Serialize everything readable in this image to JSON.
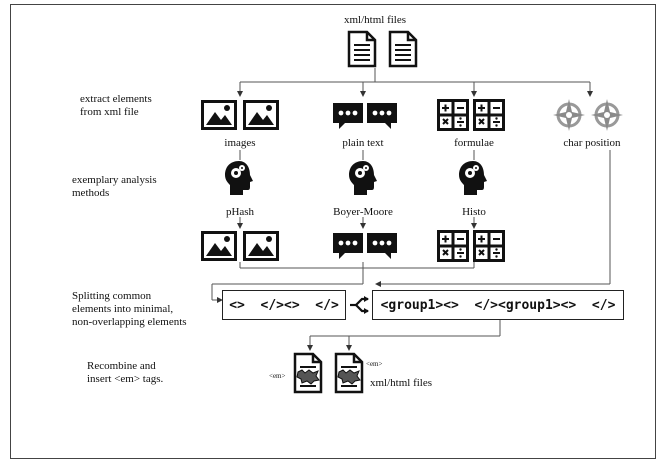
{
  "top_label": "xml/html files",
  "rows": {
    "extract": "extract elements\nfrom xml file",
    "analysis": "exemplary analysis\nmethods",
    "split": "Splitting common\nelements into minimal,\nnon-overlapping elements",
    "recombine": "Recombine and\ninsert <em> tags."
  },
  "element_types": [
    "images",
    "plain text",
    "formulae",
    "char position"
  ],
  "methods": [
    "pHash",
    "Boyer-Moore",
    "Histo"
  ],
  "split_boxes": {
    "left": "<>  </><>  </>",
    "right": "<group1><>  </><group1><>  </>"
  },
  "em_tag": "<em>",
  "bottom_label": "xml/html files",
  "icons": [
    "document-icon",
    "image-icon",
    "speech-bubble-icon",
    "calculator-icon",
    "compass-icon",
    "head-gears-icon",
    "split-arrow-icon"
  ]
}
